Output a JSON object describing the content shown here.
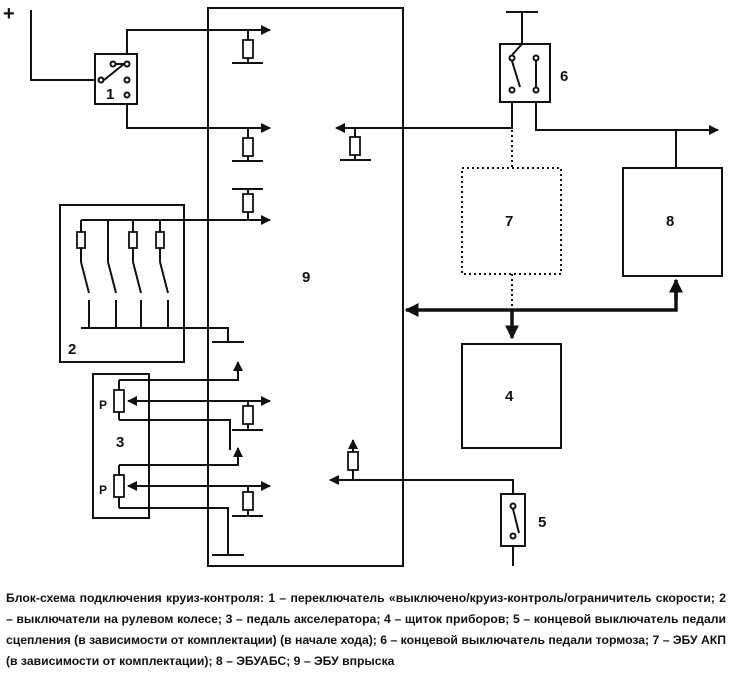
{
  "diagram": {
    "plus_sign": "+",
    "labels": {
      "n1": "1",
      "n2": "2",
      "n3": "3",
      "n4": "4",
      "n5": "5",
      "n6": "6",
      "n7": "7",
      "n8": "8",
      "n9": "9",
      "p_upper": "P",
      "p_lower": "P"
    }
  },
  "caption": {
    "title": "Блок-схема подключения круиз-контроля:",
    "text": " 1 – переключатель «выключено/круиз-контроль/ограничитель скорости; 2 – выключатели на рулевом колесе; 3 – педаль акселератора; 4 – щиток приборов; 5 – концевой выключатель педали сцепления (в зависимости от комплектации) (в начале хода); 6 – концевой выключатель педали тормоза; 7 – ЭБУ АКП (в зависимости от комплектации); 8 – ЭБУАБС; 9 – ЭБУ впрыска"
  }
}
